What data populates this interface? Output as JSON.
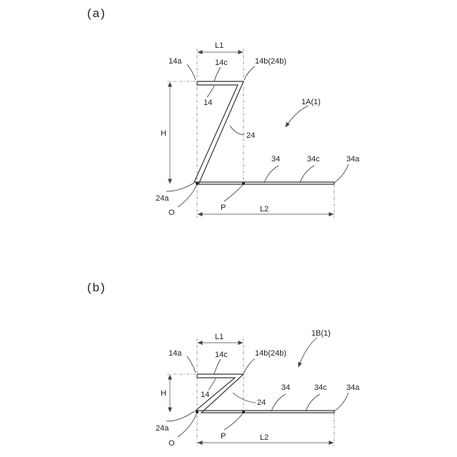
{
  "panels": [
    {
      "id": "a",
      "caption": "(a)",
      "labels": {
        "L1": "L1",
        "L2": "L2",
        "H": "H",
        "e14a": "14a",
        "e14c": "14c",
        "e14b": "14b(24b)",
        "e14": "14",
        "e24": "24",
        "e24a": "24a",
        "e34": "34",
        "e34c": "34c",
        "e34a": "34a",
        "O": "O",
        "P": "P",
        "assembly": "1A(1)"
      }
    },
    {
      "id": "b",
      "caption": "(b)",
      "labels": {
        "L1": "L1",
        "L2": "L2",
        "H": "H",
        "e14a": "14a",
        "e14c": "14c",
        "e14b": "14b(24b)",
        "e14": "14",
        "e24": "24",
        "e24a": "24a",
        "e34": "34",
        "e34c": "34c",
        "e34a": "34a",
        "O": "O",
        "P": "P",
        "assembly": "1B(1)"
      }
    }
  ]
}
